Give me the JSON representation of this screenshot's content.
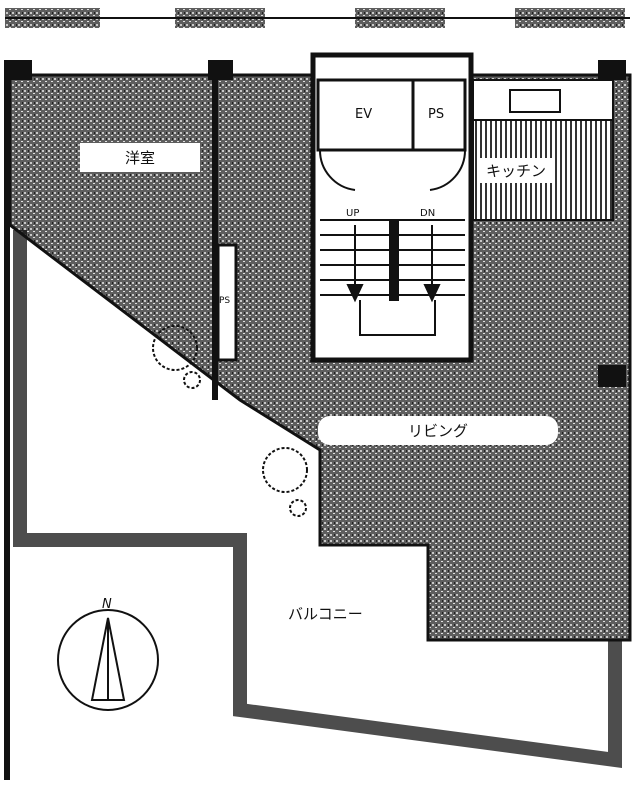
{
  "rooms": {
    "western_room": "洋室",
    "elevator": "EV",
    "pipe_shaft": "PS",
    "kitchen": "キッチン",
    "pipe_shaft_2": "PS",
    "living": "リビング",
    "balcony": "バルコニー"
  },
  "stairs": {
    "up": "UP",
    "down": "DN"
  },
  "compass": {
    "north": "N"
  },
  "colors": {
    "wall": "#111111",
    "floor": "#6a6a6a",
    "paper": "#ffffff"
  }
}
